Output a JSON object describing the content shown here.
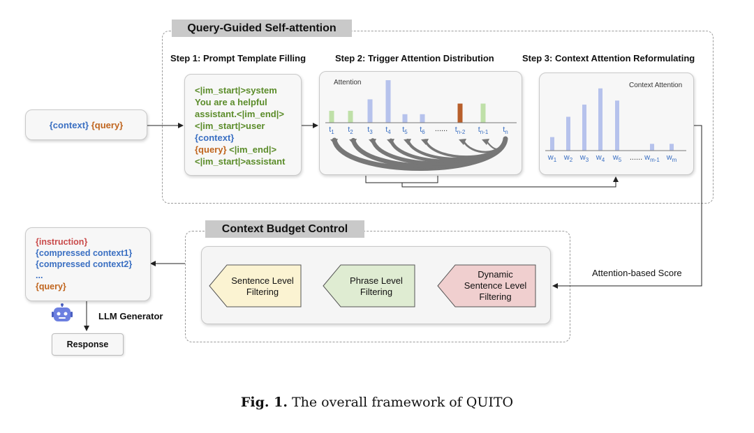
{
  "query_guided": {
    "title": "Query-Guided Self-attention",
    "step1_label": "Step 1: Prompt Template Filling",
    "step2_label": "Step 2: Trigger Attention Distribution",
    "step3_label": "Step 3: Context Attention Reformulating",
    "prompt_lines": [
      {
        "text": "<|im_start|>system",
        "color": "#5b8c2a"
      },
      {
        "text": "You are a helpful",
        "color": "#5b8c2a"
      },
      {
        "text": "assistant.<|im_end|>",
        "color": "#5b8c2a"
      },
      {
        "text": "<|im_start|>user",
        "color": "#5b8c2a"
      },
      {
        "text": "{context}",
        "color": "#3a6fc2"
      },
      {
        "text": "{query}",
        "color": "#c0651e",
        "suffix": " <|im_end|>",
        "suffix_color": "#5b8c2a"
      },
      {
        "text": "<|im_start|>assistant",
        "color": "#5b8c2a"
      }
    ],
    "attention_label": "Attention",
    "context_attention_label": "Context Attention",
    "attention_tokens": [
      {
        "base": "t",
        "sub": "1",
        "value": 0.28,
        "color": "#bfe0a8"
      },
      {
        "base": "t",
        "sub": "2",
        "value": 0.28,
        "color": "#bfe0a8"
      },
      {
        "base": "t",
        "sub": "3",
        "value": 0.55,
        "color": "#b6c2ec"
      },
      {
        "base": "t",
        "sub": "4",
        "value": 1.0,
        "color": "#b6c2ec"
      },
      {
        "base": "t",
        "sub": "5",
        "value": 0.2,
        "color": "#b6c2ec"
      },
      {
        "base": "t",
        "sub": "6",
        "value": 0.2,
        "color": "#b6c2ec"
      },
      {
        "base": "......",
        "sub": "",
        "value": 0,
        "color": "#ffffff"
      },
      {
        "base": "t",
        "sub": "n-2",
        "value": 0.45,
        "color": "#b85f2b"
      },
      {
        "base": "t",
        "sub": "n-1",
        "value": 0.45,
        "color": "#bfe0a8"
      },
      {
        "base": "t",
        "sub": "n",
        "value": 0,
        "color": "#ffffff"
      }
    ],
    "context_tokens": [
      {
        "base": "w",
        "sub": "1",
        "value": 0.2
      },
      {
        "base": "w",
        "sub": "2",
        "value": 0.5
      },
      {
        "base": "w",
        "sub": "3",
        "value": 0.68
      },
      {
        "base": "w",
        "sub": "4",
        "value": 0.92
      },
      {
        "base": "w",
        "sub": "5",
        "value": 0.74
      },
      {
        "base": "......",
        "sub": "",
        "value": 0
      },
      {
        "base": "w",
        "sub": "m-1",
        "value": 0.1
      },
      {
        "base": "w",
        "sub": "m",
        "value": 0.1
      }
    ]
  },
  "input": {
    "context": "{context}",
    "query": "{query}"
  },
  "budget": {
    "title": "Context Budget Control",
    "sentence": [
      "Sentence Level",
      "Filtering"
    ],
    "phrase": [
      "Phrase Level",
      "Filtering"
    ],
    "dynamic": [
      "Dynamic",
      "Sentence Level",
      "Filtering"
    ],
    "attention_score_label": "Attention-based Score"
  },
  "output": {
    "instruction": "{instruction}",
    "compressed1": "{compressed context1}",
    "compressed2": "{compressed context2}",
    "ellipsis": "...",
    "query": "{query}",
    "llm_label": "LLM Generator",
    "response": "Response"
  },
  "caption": {
    "bold": "Fig. 1.",
    "text": " The overall framework of QUITO"
  },
  "colors": {
    "blue": "#3a6fc2",
    "orange": "#c0651e",
    "green": "#5b8c2a",
    "red": "#c94a4a",
    "sentence_fill": "#fbf3d2",
    "phrase_fill": "#dfecd2",
    "dynamic_fill": "#f0cfcf",
    "context_bar": "#b6c2ec"
  }
}
